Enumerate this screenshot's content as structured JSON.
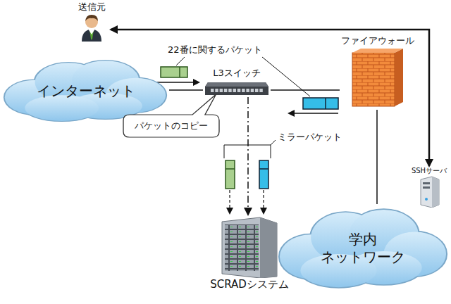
{
  "diagram": {
    "nodes": [
      {
        "text": [
          "送信元"
        ]
      },
      {
        "text": [
          "インターネット"
        ]
      },
      {
        "text": [
          "L3スイッチ"
        ]
      },
      {
        "text": [
          "ファイアウォール"
        ]
      },
      {
        "text": [
          "SSHサーバ"
        ]
      },
      {
        "text": [
          "学内 ネットワーク"
        ]
      },
      {
        "text": [
          "SCRADシステム"
        ]
      },
      {
        "text": [
          "パケットのコピー"
        ]
      }
    ],
    "edges": [
      {
        "from": 1,
        "to": 2,
        "arrow": "none"
      },
      {
        "from": 2,
        "to": 3,
        "arrow": "none"
      },
      {
        "from": 3,
        "to": 5,
        "arrow": "none"
      },
      {
        "from": 2,
        "to": 6,
        "arrow": "to"
      },
      {
        "from": 0,
        "to": 4,
        "arrow": "both"
      }
    ],
    "labels": [
      "22番に関するパケット",
      "ミラーパケット"
    ]
  }
}
